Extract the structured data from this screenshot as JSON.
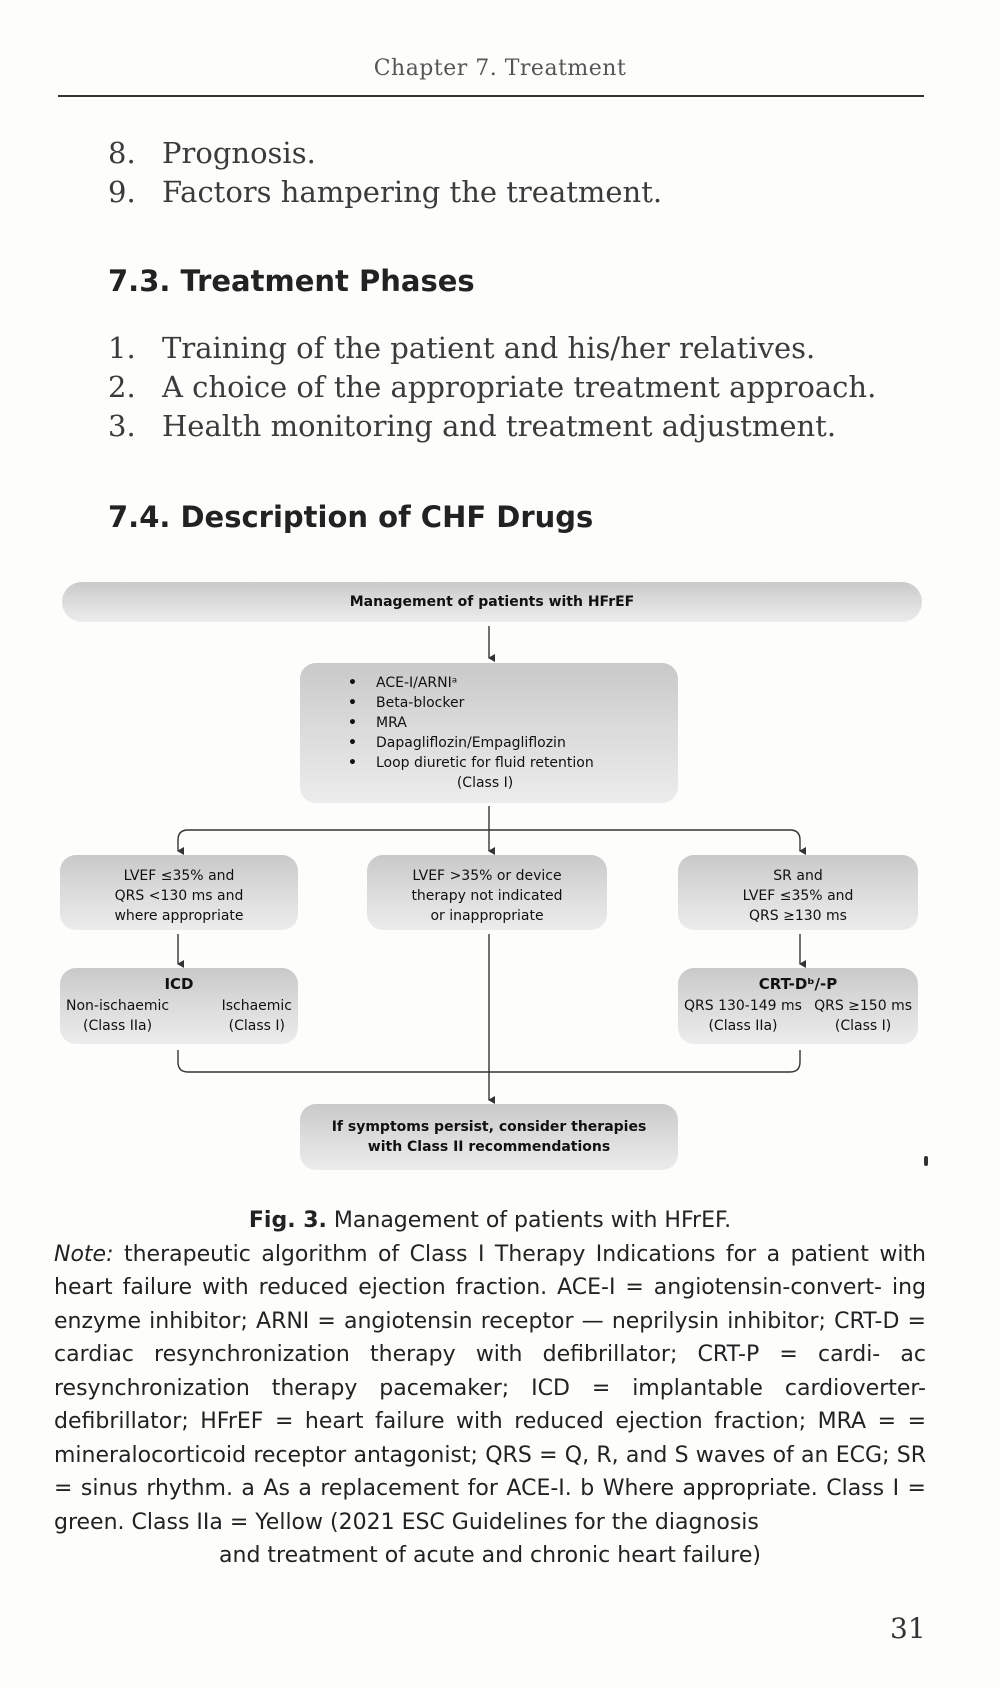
{
  "running_head": "Chapter 7. Treatment",
  "list_top": [
    {
      "num": "8.",
      "text": "Prognosis."
    },
    {
      "num": "9.",
      "text": "Factors hampering the treatment."
    }
  ],
  "section_73": {
    "title": "7.3. Treatment Phases",
    "items": [
      {
        "num": "1.",
        "text": "Training of the patient and his/her relatives."
      },
      {
        "num": "2.",
        "text": "A choice of the appropriate treatment approach."
      },
      {
        "num": "3.",
        "text": "Health monitoring and treatment adjustment."
      }
    ]
  },
  "section_74": {
    "title": "7.4. Description of CHF Drugs"
  },
  "flowchart": {
    "top": "Management of patients with HFrEF",
    "drugs": [
      "ACE-I/ARNIᵃ",
      "Beta-blocker",
      "MRA",
      "Dapagliflozin/Empagliflozin",
      "Loop diuretic for fluid retention"
    ],
    "drugs_class": "(Class I)",
    "crit_left": [
      "LVEF ≤35% and",
      "QRS <130 ms and",
      "where appropriate"
    ],
    "crit_mid": [
      "LVEF >35% or device",
      "therapy not indicated",
      "or inappropriate"
    ],
    "crit_right": [
      "SR and",
      "LVEF ≤35% and",
      "QRS ≥130 ms"
    ],
    "icd": {
      "title": "ICD",
      "left_label": "Non-ischaemic",
      "left_class": "(Class IIa)",
      "right_label": "Ischaemic",
      "right_class": "(Class I)"
    },
    "crt": {
      "title": "CRT-Dᵇ/-P",
      "left_label": "QRS 130-149 ms",
      "left_class": "(Class IIa)",
      "right_label": "QRS ≥150 ms",
      "right_class": "(Class I)"
    },
    "final": [
      "If symptoms persist, consider therapies",
      "with Class II recommendations"
    ]
  },
  "caption": {
    "fig_label": "Fig. 3.",
    "fig_title": "Management of patients with HFrEF.",
    "note_label": "Note:",
    "note_lines": [
      "therapeutic algorithm of Class I Therapy Indications for a patient with",
      "heart failure with reduced ejection fraction. ACE-I = angiotensin-convert-",
      "ing enzyme inhibitor; ARNI = angiotensin receptor — neprilysin inhibitor;",
      "CRT-D = cardiac resynchronization therapy with defibrillator; CRT-P = cardi-",
      "ac resynchronization therapy pacemaker; ICD = implantable cardioverter-",
      "defibrillator; HFrEF = heart failure with reduced ejection fraction; MRA =",
      "= mineralocorticoid receptor antagonist; QRS = Q, R, and S waves of an",
      "ECG; SR = sinus rhythm. a As a replacement for ACE-I. b Where appropriate.",
      "Class I = green. Class IIa = Yellow (2021 ESC Guidelines for the diagnosis"
    ],
    "last_line": "and treatment of acute and chronic heart failure)"
  },
  "page_number": "31"
}
